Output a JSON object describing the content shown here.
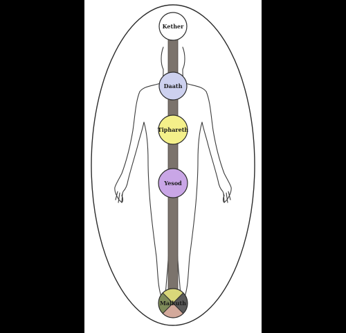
{
  "sephiroth": [
    {
      "id": "kether",
      "label": "Kether",
      "color": "#ffffff"
    },
    {
      "id": "daath",
      "label": "Daath",
      "color": "#cdd1ef"
    },
    {
      "id": "tiphareth",
      "label": "Tiphareth",
      "color": "#f4f08a"
    },
    {
      "id": "yesod",
      "label": "Yesod",
      "color": "#c9a6e6"
    },
    {
      "id": "malkuth",
      "label": "Malkuth",
      "quadrant_colors": [
        "#d9d77a",
        "#7f8c5a",
        "#d3a99b",
        "#5a5a5a"
      ]
    }
  ],
  "colors": {
    "pillar": "#7b736c",
    "outline": "#2b2b2b",
    "background": "#ffffff",
    "letterbox": "#000000"
  }
}
